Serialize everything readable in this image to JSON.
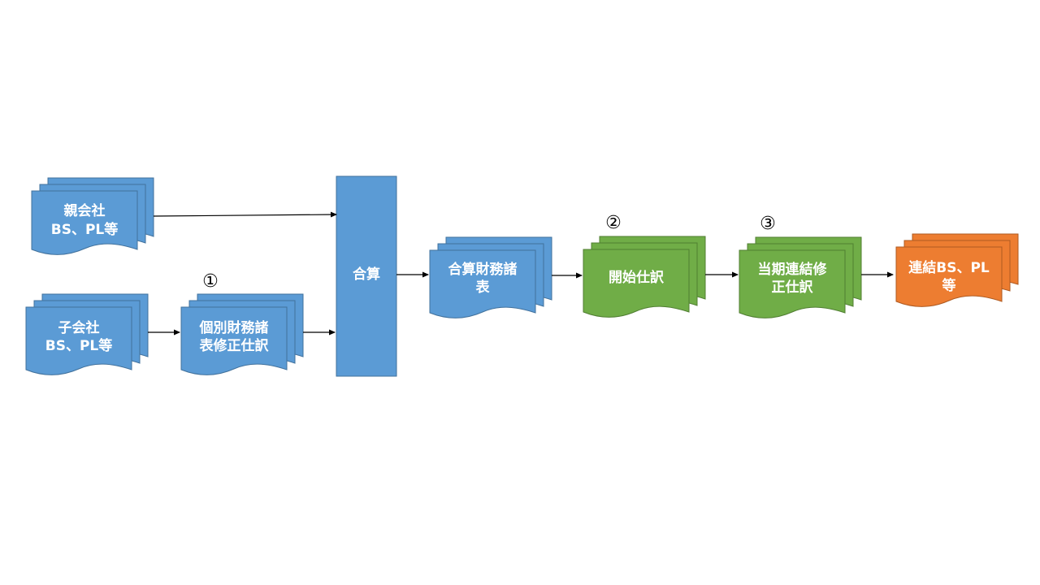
{
  "colors": {
    "blue": "#5b9bd5",
    "blue_border": "#41719c",
    "green": "#70ad47",
    "green_border": "#507e32",
    "orange": "#ed7d31",
    "orange_border": "#ae5a21",
    "arrow": "#000000"
  },
  "nodes": {
    "parent_statements": {
      "line1": "親会社",
      "line2": "BS、PL等"
    },
    "subsidiary_statements": {
      "line1": "子会社",
      "line2": "BS、PL等"
    },
    "individual_adjustments": {
      "line1": "個別財務諸",
      "line2": "表修正仕訳"
    },
    "aggregation": {
      "label": "合算"
    },
    "combined_statements": {
      "line1": "合算財務諸",
      "line2": "表"
    },
    "opening_entries": {
      "label": "開始仕訳"
    },
    "current_consolidation_entries": {
      "line1": "当期連結修",
      "line2": "正仕訳"
    },
    "consolidated_statements": {
      "line1": "連結BS、PL",
      "line2": "等"
    }
  },
  "step_markers": {
    "step1": "①",
    "step2": "②",
    "step3": "③"
  }
}
